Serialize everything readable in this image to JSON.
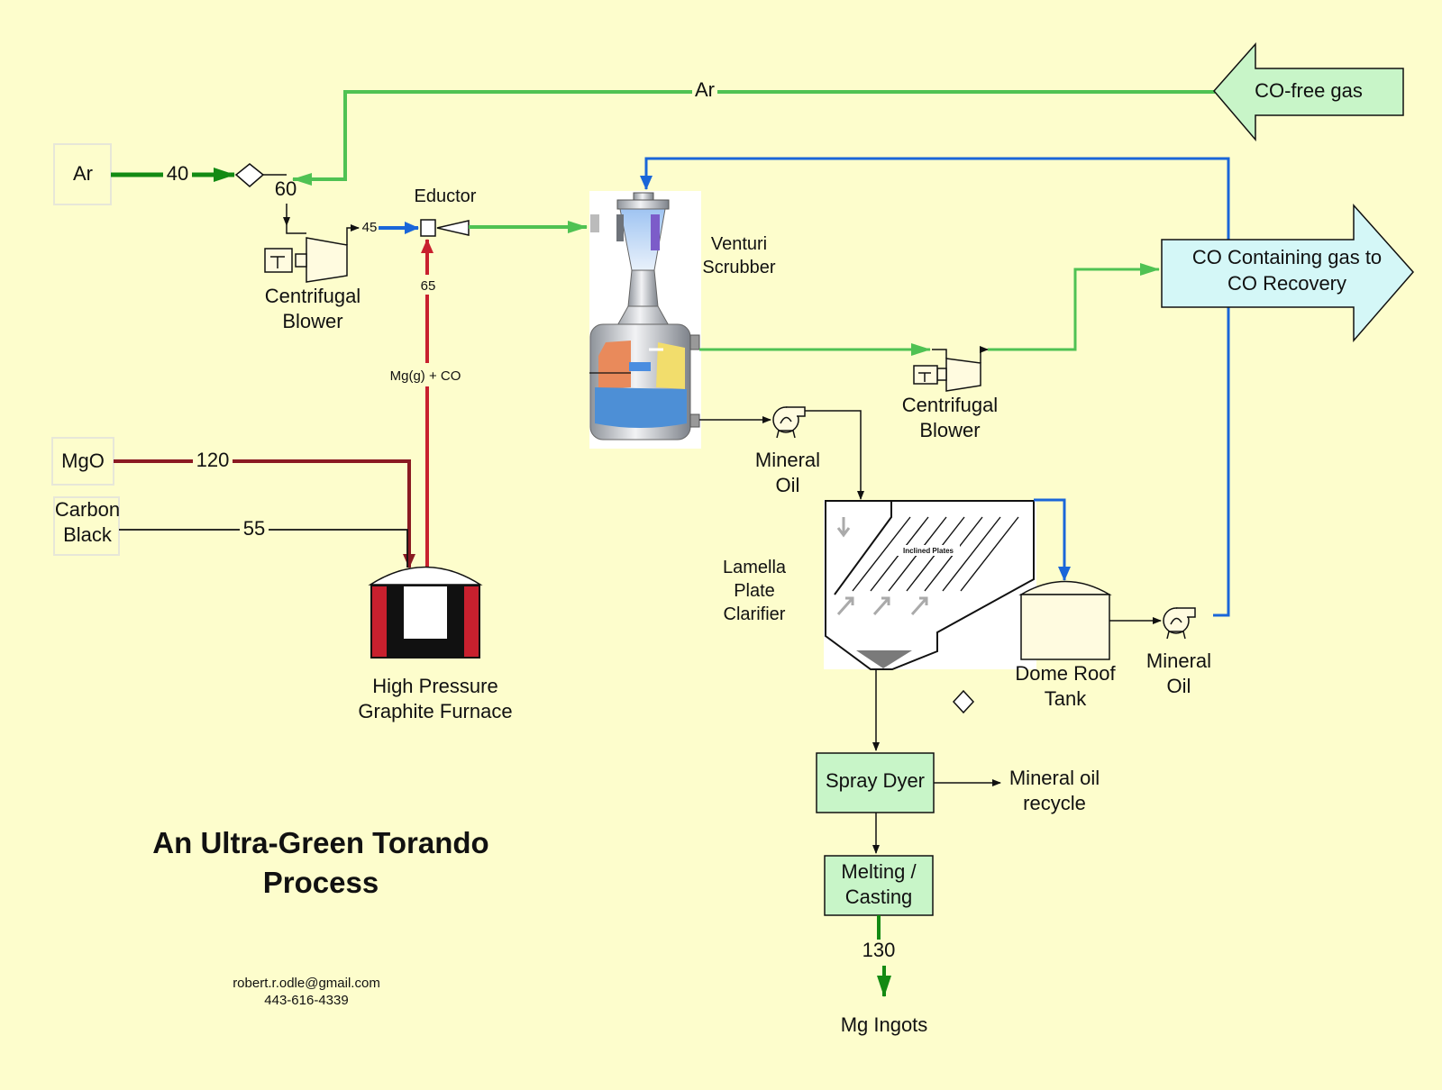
{
  "title": {
    "line1": "An Ultra-Green Torando",
    "line2": "Process"
  },
  "contact": {
    "email": "robert.r.odle@gmail.com",
    "phone": "443-616-4339"
  },
  "inputs": {
    "ar": "Ar",
    "mgo": "MgO",
    "carbon_line1": "Carbon",
    "carbon_line2": "Black"
  },
  "streams": {
    "s40": "40",
    "s60": "60",
    "s45": "45",
    "s65": "65",
    "s120": "120",
    "s55": "55",
    "s130": "130",
    "ar_recycle": "Ar",
    "mg_co": "Mg(g) + CO"
  },
  "equipment": {
    "eductor": "Eductor",
    "blower1_line1": "Centrifugal",
    "blower1_line2": "Blower",
    "blower2_line1": "Centrifugal",
    "blower2_line2": "Blower",
    "venturi_line1": "Venturi",
    "venturi_line2": "Scrubber",
    "furnace_line1": "High Pressure",
    "furnace_line2": "Graphite Furnace",
    "pump1_line1": "Mineral",
    "pump1_line2": "Oil",
    "pump2_line1": "Mineral",
    "pump2_line2": "Oil",
    "clarifier_line1": "Lamella",
    "clarifier_line2": "Plate",
    "clarifier_line3": "Clarifier",
    "inclined_plates": "Inclined Plates",
    "tank_line1": "Dome Roof",
    "tank_line2": "Tank",
    "spray_dyer": "Spray Dyer",
    "melting_line1": "Melting /",
    "melting_line2": "Casting",
    "recycle_line1": "Mineral oil",
    "recycle_line2": "recycle",
    "ingots": "Mg Ingots"
  },
  "arrows": {
    "co_free_gas": "CO-free gas",
    "co_gas_line1": "CO Containing gas to",
    "co_gas_line2": "CO Recovery"
  },
  "colors": {
    "background": "#fdfdcc",
    "argon_green": "#4fc253",
    "dark_green": "#138a13",
    "mineral_oil_blue": "#1a66d9",
    "mg_red": "#c8202e",
    "mgo_dark_red": "#8a1a22",
    "pale_green_box": "#c8f5c8",
    "pale_cyan_box": "#d4f7f7"
  }
}
